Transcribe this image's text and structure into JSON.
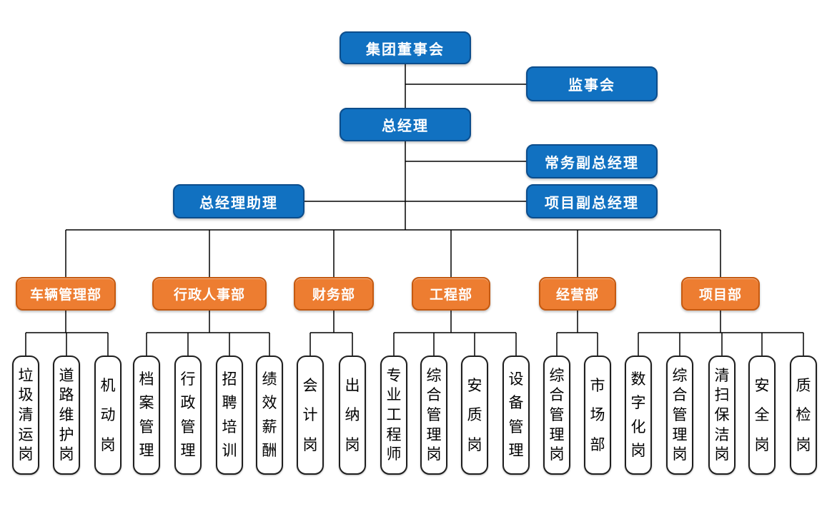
{
  "diagram": {
    "type": "org-chart",
    "title": "",
    "colors": {
      "executive_box_fill": "#1171C1",
      "executive_box_border": "#0C4D8C",
      "department_box_fill": "#ED7D31",
      "department_box_border": "#C55A11",
      "position_box_fill": "#FFFFFF",
      "position_box_border": "#1F1F1F",
      "connector_line": "#000000",
      "executive_text": "#FFFFFF",
      "department_text": "#FFFFFF",
      "position_text": "#000000"
    },
    "nodes": {
      "board": {
        "label": "集团董事会"
      },
      "supervisory": {
        "label": "监事会"
      },
      "gm": {
        "label": "总经理"
      },
      "exec_deputy_gm": {
        "label": "常务副总经理"
      },
      "gm_assistant": {
        "label": "总经理助理"
      },
      "project_deputy_gm": {
        "label": "项目副总经理"
      }
    },
    "departments": [
      {
        "label": "车辆管理部",
        "children": [
          "垃圾清运岗",
          "道路维护岗",
          "机动岗"
        ]
      },
      {
        "label": "行政人事部",
        "children": [
          "档案管理",
          "行政管理",
          "招聘培训",
          "绩效薪酬"
        ]
      },
      {
        "label": "财务部",
        "children": [
          "会计岗",
          "出纳岗"
        ]
      },
      {
        "label": "工程部",
        "children": [
          "专业工程师",
          "综合管理岗",
          "安质岗",
          "设备管理"
        ]
      },
      {
        "label": "经营部",
        "children": [
          "综合管理岗",
          "市场部"
        ]
      },
      {
        "label": "项目部",
        "children": [
          "数字化岗",
          "综合管理岗",
          "清扫保洁岗",
          "安全岗",
          "质检岗"
        ]
      }
    ]
  }
}
